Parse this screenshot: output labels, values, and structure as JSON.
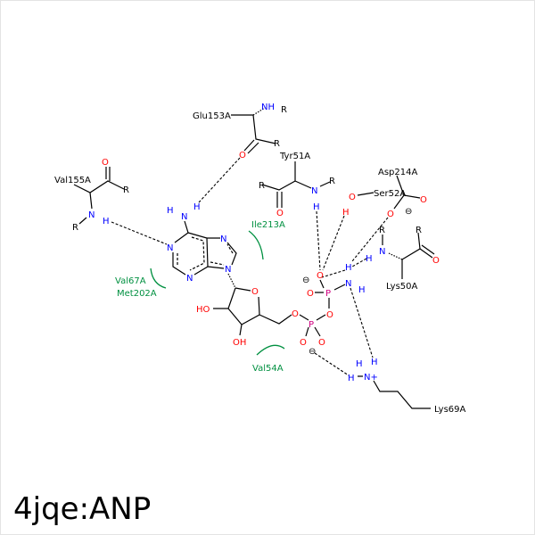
{
  "title": "4jqe:ANP",
  "residues": {
    "glu153": "Glu153A",
    "val155": "Val155A",
    "tyr51": "Tyr51A",
    "ser52": "Ser52A",
    "asp214": "Asp214A",
    "lys50": "Lys50A",
    "lys69": "Lys69A"
  },
  "hydrophobic": {
    "ile213": "Ile213A",
    "val67": "Val67A",
    "met202": "Met202A",
    "val54": "Val54A"
  },
  "atoms": {
    "N": "N",
    "H": "H",
    "O": "O",
    "P": "P",
    "R": "R",
    "NH": "NH",
    "HO": "HO",
    "OH": "OH",
    "Nplus": "N+",
    "minus": "⊖"
  },
  "colors": {
    "nitrogen": "#0000ff",
    "oxygen": "#ff0000",
    "phosphorus": "#d00080",
    "hydrophobic": "#009040"
  }
}
